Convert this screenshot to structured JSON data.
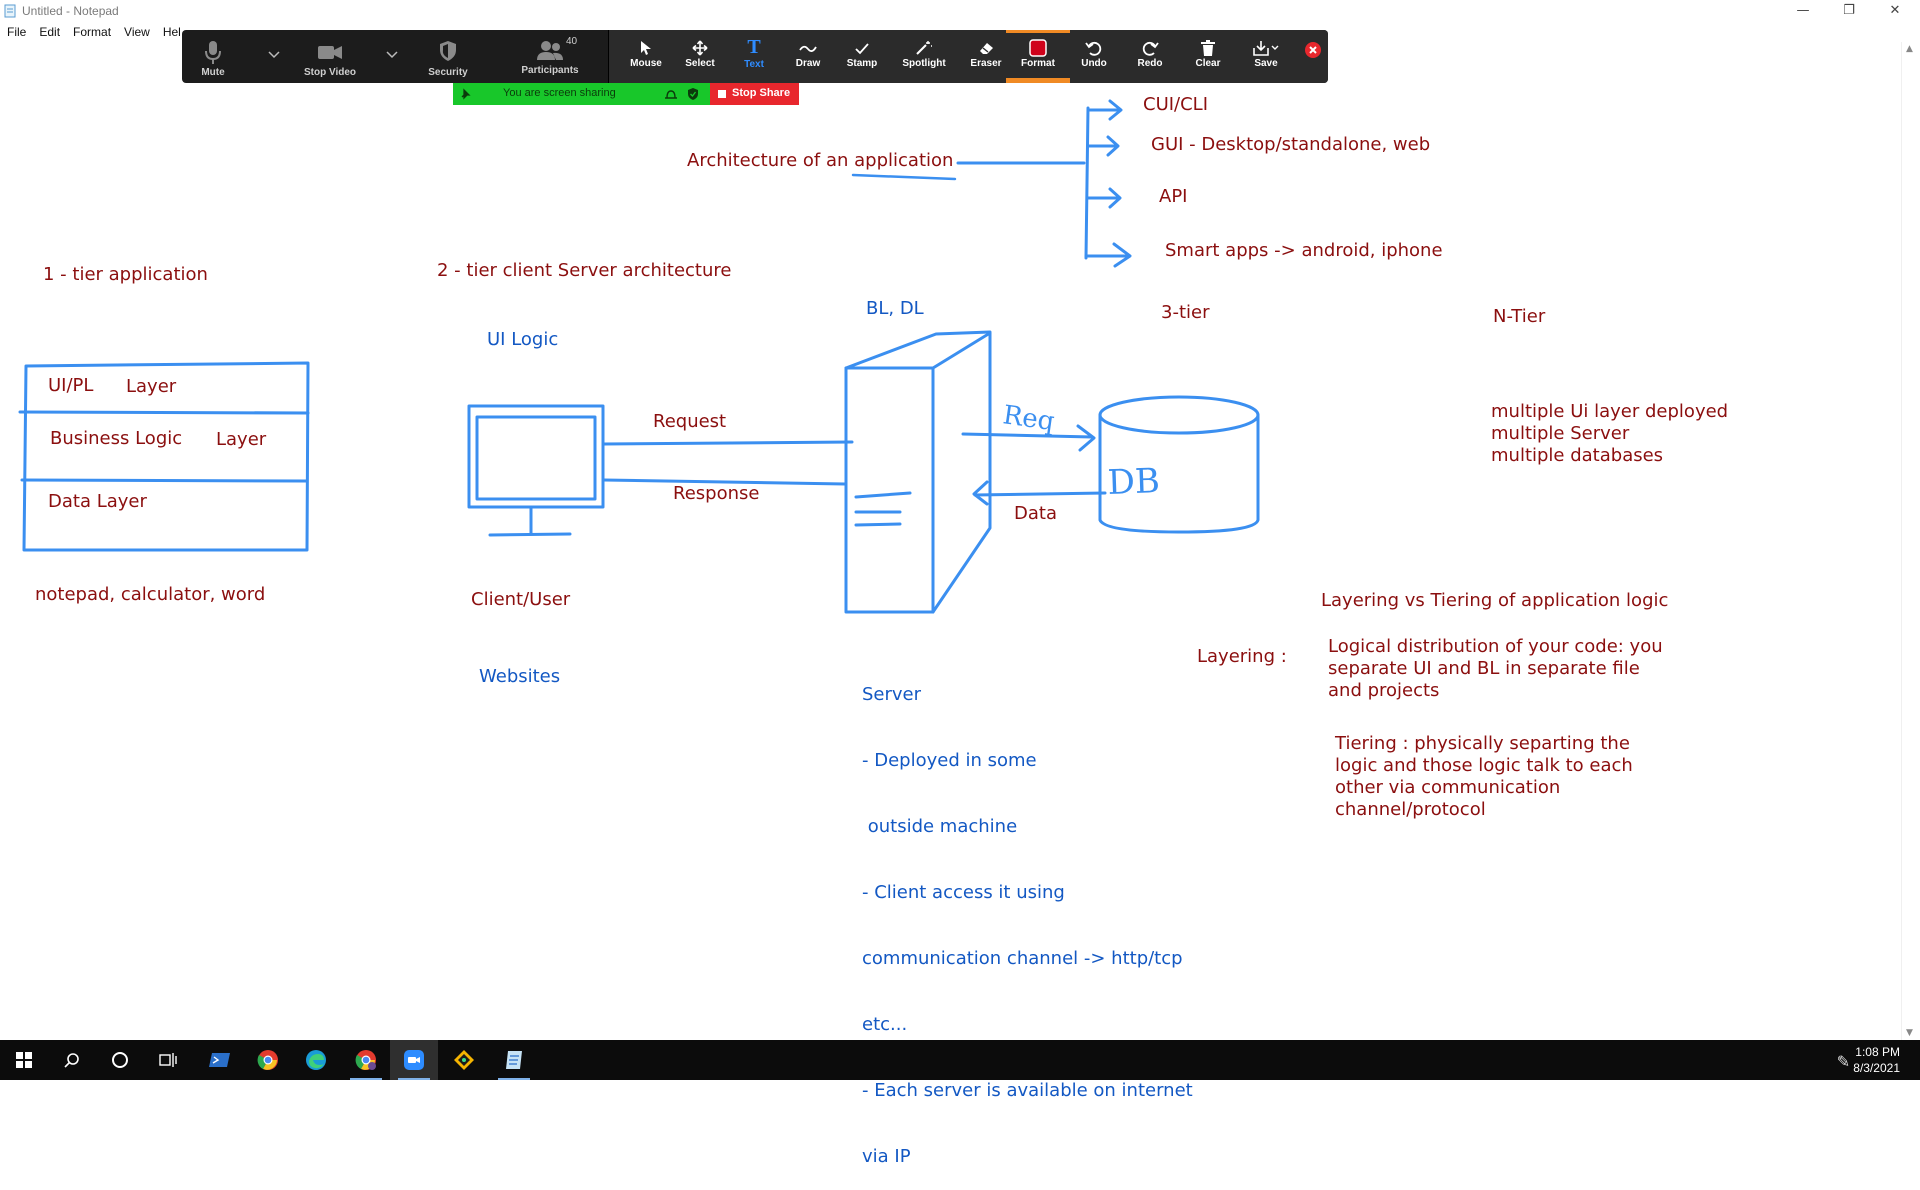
{
  "window": {
    "title": "Untitled - Notepad",
    "menu": [
      "File",
      "Edit",
      "Format",
      "View",
      "Hel"
    ]
  },
  "zoom_toolbar": {
    "mute": "Mute",
    "stop_video": "Stop Video",
    "security": "Security",
    "participants": "Participants",
    "participants_count": "40",
    "annotate": [
      "Mouse",
      "Select",
      "Text",
      "Draw",
      "Stamp",
      "Spotlight",
      "Eraser",
      "Format",
      "Undo",
      "Redo",
      "Clear",
      "Save"
    ],
    "active_tool": "Text",
    "sharing_text": "You are screen sharing",
    "stop_share": "Stop Share"
  },
  "notes": {
    "arch": "Architecture of an application",
    "cui": "CUI/CLI",
    "gui": "GUI - Desktop/standalone, web",
    "api": "API",
    "smart": "Smart apps -> android, iphone",
    "tier1": "1 - tier application",
    "tier2": "2 - tier client Server architecture",
    "tier3": "3-tier",
    "ntier": "N-Tier",
    "bldl": "BL, DL",
    "uilogic": "UI Logic",
    "uipl": "UI/PL",
    "layer1": "Layer",
    "bizlogic": "Business Logic",
    "layer2": "Layer",
    "datalayer": "Data Layer",
    "request": "Request",
    "response": "Response",
    "data": "Data",
    "req_hand": "Req",
    "db_hand": "DB",
    "examples": "notepad, calculator, word",
    "client": "Client/User",
    "websites": "Websites",
    "ntier_lines": [
      "multiple Ui layer deployed",
      "multiple Server",
      "multiple databases"
    ],
    "lvt": "Layering vs Tiering of application logic",
    "layering_label": "Layering  :",
    "layering_lines": [
      "Logical distribution of your code: you",
      "separate UI and BL in separate file",
      "and projects"
    ],
    "tiering_lines": [
      "Tiering : physically separting the",
      "logic and those logic talk to each",
      "other via communication",
      "channel/protocol"
    ],
    "server_lines": [
      "Server",
      "- Deployed in some",
      " outside machine",
      "- Client access it using",
      "communication channel -> http/tcp",
      "etc...",
      "- Each server is available on internet",
      "via IP"
    ]
  },
  "colors": {
    "note_red": "#8b0f0f",
    "note_blue": "#1358c3",
    "ink": "#3b8ff0",
    "zoom_bar": "#1c1c1c",
    "share_green": "#18c72a",
    "stop_red": "#e8272d"
  },
  "taskbar": {
    "time": "1:08 PM",
    "date": "8/3/2021"
  }
}
